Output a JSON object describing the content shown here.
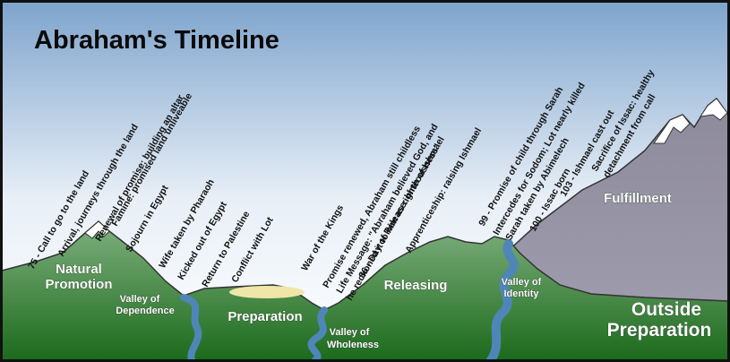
{
  "title": "Abraham's Timeline",
  "events": [
    "75 - Call to go to the land",
    "Arrival, journeys through the land",
    "Renewal of promise; building an altar",
    "Famine: promised land unliveable",
    "Sojourn in Egypt",
    "Wife taken by Pharaoh",
    "Kicked out of Egypt",
    "Return to Palestine",
    "Conflict with Lot",
    "War of the Kings",
    "Promise renewed, Abraham still childless",
    "Life Message: \"Abraham believed God, and",
    "he reckoned it to him as righteousness\"",
    "86 - Day of Release: birth of Ishmael",
    "Apprenticeship: raising Ishmael",
    "99 - Promise of child through Sarah",
    "Intercedes for Sodom; Lot nearly killed",
    "Sarah taken by Abimelech",
    "100 - Issac born",
    "103 - Ishmael cast out",
    "Sacrifice of Issac: healthy",
    "detachment from call"
  ],
  "regions": {
    "natural_promotion": [
      "Natural",
      "Promotion"
    ],
    "valley_dependence": [
      "Valley of",
      "Dependence"
    ],
    "preparation": "Preparation",
    "valley_wholeness": [
      "Valley of",
      "Wholeness"
    ],
    "releasing": "Releasing",
    "valley_identity": [
      "Valley of",
      "Identity"
    ],
    "fulfillment": "Fulfillment",
    "outside_preparation": [
      "Outside",
      "Preparation"
    ]
  },
  "colors": {
    "sky_top": "#7ea4cc",
    "sky_bottom": "#ffffff",
    "ground_top": "#7fb07f",
    "ground_bottom": "#1c6a1c",
    "mountain": "#8d8a9c",
    "snow": "#ffffff",
    "river": "#4f86b8",
    "plateau": "#efe6a8"
  }
}
